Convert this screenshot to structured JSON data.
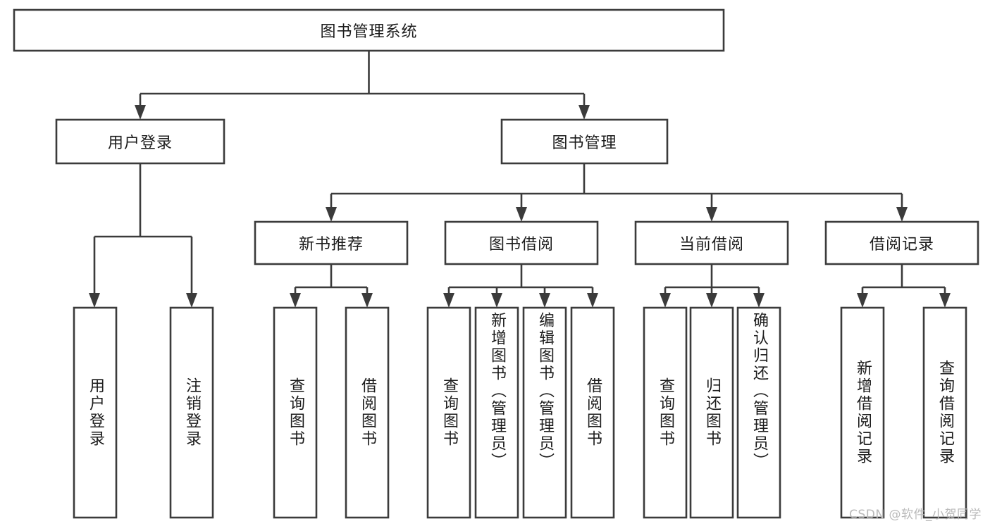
{
  "diagram": {
    "type": "tree-hierarchy",
    "title": "图书管理系统",
    "style": {
      "box_fill": "#ffffff",
      "box_stroke": "#3b3b3b",
      "text_color": "#1c1c1c",
      "background": "#ffffff",
      "watermark_color": "#b9b9b9"
    },
    "root": {
      "label": "图书管理系统",
      "orientation": "horizontal"
    },
    "level2": [
      {
        "id": "user-login",
        "label": "用户登录",
        "orientation": "horizontal"
      },
      {
        "id": "book-management",
        "label": "图书管理",
        "orientation": "horizontal"
      }
    ],
    "level3": [
      {
        "id": "new-book-recommend",
        "label": "新书推荐",
        "orientation": "horizontal",
        "parent": "book-management"
      },
      {
        "id": "book-borrow",
        "label": "图书借阅",
        "orientation": "horizontal",
        "parent": "book-management"
      },
      {
        "id": "current-borrow",
        "label": "当前借阅",
        "orientation": "horizontal",
        "parent": "book-management"
      },
      {
        "id": "borrow-record",
        "label": "借阅记录",
        "orientation": "horizontal",
        "parent": "book-management"
      }
    ],
    "leaves": [
      {
        "id": "leaf-user-login",
        "label": "用户登录",
        "parent": "user-login"
      },
      {
        "id": "leaf-logout-login",
        "label": "注销登录",
        "parent": "user-login"
      },
      {
        "id": "leaf-query-book-1",
        "label": "查询图书",
        "parent": "new-book-recommend"
      },
      {
        "id": "leaf-borrow-book-1",
        "label": "借阅图书",
        "parent": "new-book-recommend"
      },
      {
        "id": "leaf-query-book-2",
        "label": "查询图书",
        "parent": "book-borrow"
      },
      {
        "id": "leaf-add-book",
        "label": "新增图书（管理员）",
        "parent": "book-borrow"
      },
      {
        "id": "leaf-edit-book",
        "label": "编辑图书（管理员）",
        "parent": "book-borrow"
      },
      {
        "id": "leaf-borrow-book-2",
        "label": "借阅图书",
        "parent": "book-borrow"
      },
      {
        "id": "leaf-query-book-3",
        "label": "查询图书",
        "parent": "current-borrow"
      },
      {
        "id": "leaf-return-book",
        "label": "归还图书",
        "parent": "current-borrow"
      },
      {
        "id": "leaf-confirm-return",
        "label": "确认归还（管理员）",
        "parent": "current-borrow"
      },
      {
        "id": "leaf-add-record",
        "label": "新增借阅记录",
        "parent": "borrow-record"
      },
      {
        "id": "leaf-query-record",
        "label": "查询借阅记录",
        "parent": "borrow-record"
      }
    ],
    "watermark": "CSDN @软件_小贺同学"
  }
}
